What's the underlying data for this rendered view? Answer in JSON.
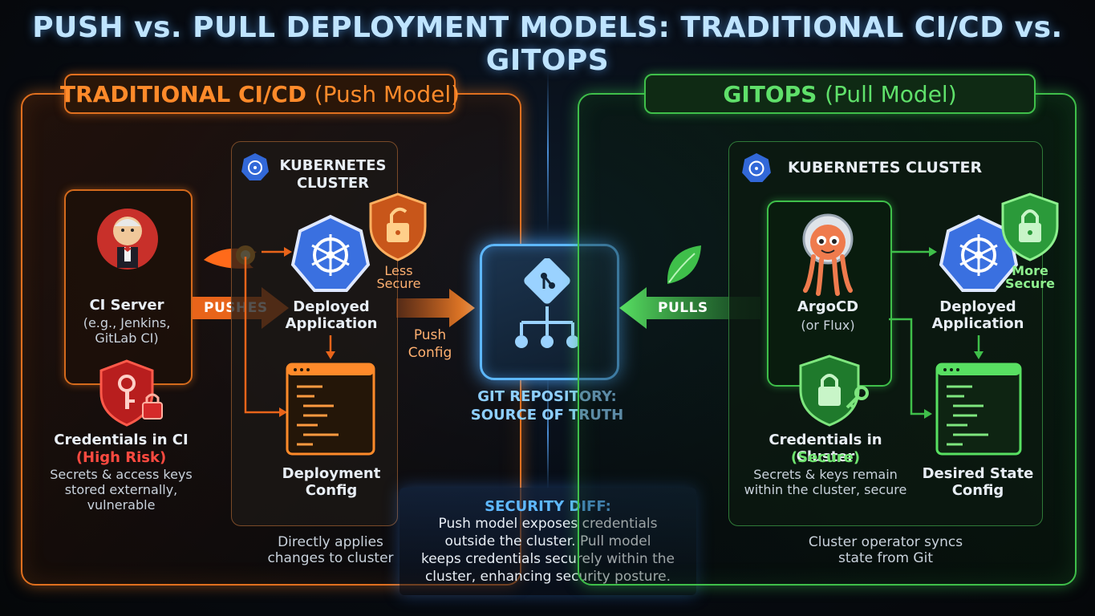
{
  "title": "PUSH vs. PULL DEPLOYMENT MODELS: TRADITIONAL CI/CD vs. GITOPS",
  "left": {
    "tag_bold": "TRADITIONAL CI/CD",
    "tag_light": "(Push Model)",
    "ci_server": {
      "title": "CI Server",
      "sub1": "(e.g., Jenkins,",
      "sub2": "GitLab CI)"
    },
    "pushes_label": "PUSHES",
    "cluster_title_1": "KUBERNETES",
    "cluster_title_2": "CLUSTER",
    "less_secure_1": "Less",
    "less_secure_2": "Secure",
    "deployed_app_1": "Deployed",
    "deployed_app_2": "Application",
    "deploy_config_1": "Deployment",
    "deploy_config_2": "Config",
    "credentials_title": "Credentials in CI",
    "credentials_risk": "(High Risk)",
    "credentials_desc_1": "Secrets & access keys",
    "credentials_desc_2": "stored externally,",
    "credentials_desc_3": "vulnerable",
    "push_config_1": "Push",
    "push_config_2": "Config",
    "footer_1": "Directly applies",
    "footer_2": "changes to cluster"
  },
  "center": {
    "repo_1": "GIT REPOSITORY:",
    "repo_2": "SOURCE OF TRUTH",
    "security_title": "SECURITY DIFF:",
    "security_1": "Push model exposes credentials",
    "security_2": "outside the cluster. Pull model",
    "security_3": "keeps credentials securely within the",
    "security_4": "cluster, enhancing security posture."
  },
  "right": {
    "tag_bold": "GITOPS",
    "tag_light": "(Pull Model)",
    "cluster_title": "KUBERNETES CLUSTER",
    "pulls_label": "PULLS",
    "argocd_title": "ArgoCD",
    "argocd_sub": "(or Flux)",
    "more_secure_1": "More",
    "more_secure_2": "Secure",
    "deployed_app_1": "Deployed",
    "deployed_app_2": "Application",
    "desired_1": "Desired State",
    "desired_2": "Config",
    "credentials_title": "Credentials in Cluster",
    "credentials_secure": "(Secure)",
    "credentials_desc_1": "Secrets & keys remain",
    "credentials_desc_2": "within the cluster, secure",
    "footer_1": "Cluster operator syncs",
    "footer_2": "state from Git"
  },
  "icons": [
    "kubernetes-icon",
    "jenkins-icon",
    "shield-key-icon",
    "shield-lock-icon",
    "git-icon",
    "argocd-icon",
    "leaf-icon",
    "fire-icon",
    "config-file-icon"
  ],
  "colors": {
    "push": "#e0701f",
    "pull": "#3fbf4a",
    "git": "#5eb8ff",
    "risk": "#ff4a40"
  }
}
